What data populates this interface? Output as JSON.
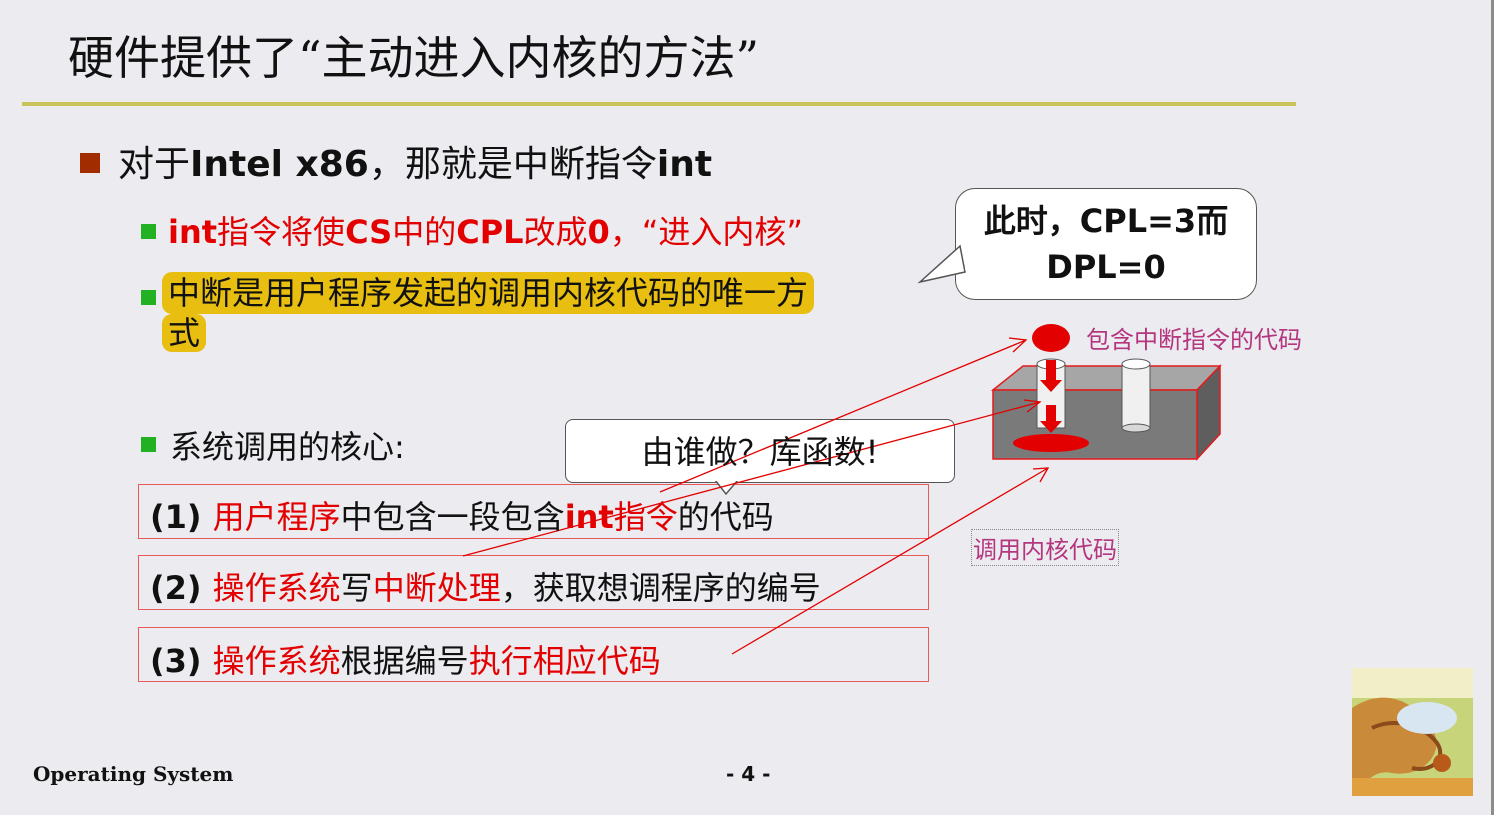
{
  "title": "硬件提供了“主动进入内核的方法”",
  "bullet1": {
    "pre": "对于",
    "bold": "Intel x86",
    "post": "，那就是中断指令",
    "bold2": "int"
  },
  "bullet2a": {
    "t1": "int",
    "t2": "指令将使",
    "t3": "CS",
    "t4": "中的",
    "t5": "CPL",
    "t6": "改成",
    "t7": "0",
    "t8": "，“进入内核”"
  },
  "bullet2b": {
    "line1": "中断是用户程序发起的调用内核代码的唯一方",
    "line2": "式"
  },
  "bullet2c": "系统调用的核心:",
  "callout": {
    "line1": "此时，CPL=3而",
    "line2": "DPL=0"
  },
  "bubble": "由谁做？库函数!",
  "rows": [
    {
      "num": "(1) ",
      "a": "用户程序",
      "b": "中包含一段包含",
      "c": "int",
      "d": "指令",
      "e": "的代码"
    },
    {
      "num": "(2) ",
      "a": "操作系统",
      "b": "写",
      "c": "中断处理",
      "d": "，获取想调程序的编号"
    },
    {
      "num": "(3) ",
      "a": "操作系统",
      "b": "根据编号",
      "c": "执行相应代码"
    }
  ],
  "label_code": "包含中断指令的代码",
  "label_kernel": "调用内核代码",
  "footer_left": "Operating System",
  "footer_page": "- 4 -",
  "colors": {
    "accent_red": "#e30000",
    "highlight": "#e8bf10",
    "bullet_green": "#22b122",
    "title_rule": "#c8c35a",
    "label_magenta": "#b3367e"
  },
  "icons": {
    "cover": "book-cover-icon"
  }
}
